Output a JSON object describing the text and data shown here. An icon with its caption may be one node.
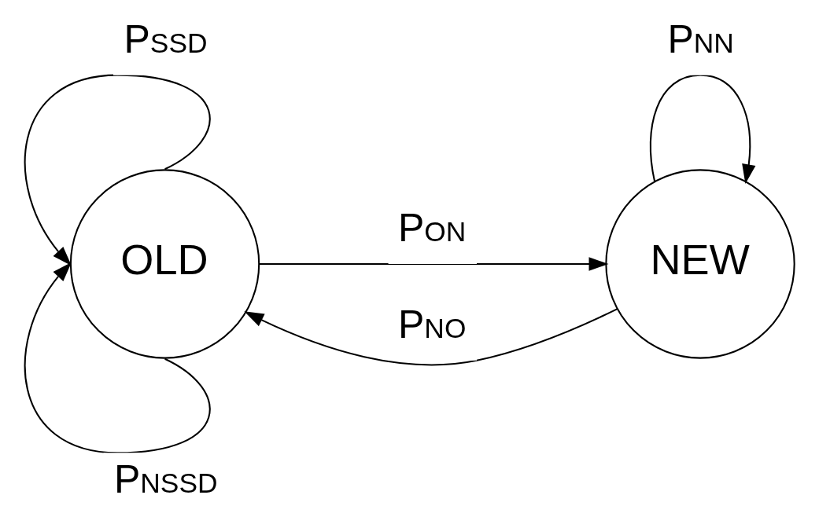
{
  "diagram": {
    "nodes": [
      {
        "text": [
          "OLD"
        ]
      },
      {
        "text": [
          "NEW"
        ]
      }
    ],
    "edges": [
      {
        "from": 0,
        "to": 0,
        "arrow": "to",
        "label": "P$_{SSD}$"
      },
      {
        "from": 1,
        "to": 0,
        "arrow": "to",
        "label": "P$_{NO}$"
      },
      {
        "from": 0,
        "to": 1,
        "arrow": "to",
        "label": "P$_{ON}$"
      },
      {
        "from": 1,
        "to": 1,
        "arrow": "to",
        "label": "P$_{NN}$"
      },
      {
        "from": 0,
        "to": 0,
        "arrow": "to",
        "label": "P$_{NSSD}$"
      }
    ]
  }
}
